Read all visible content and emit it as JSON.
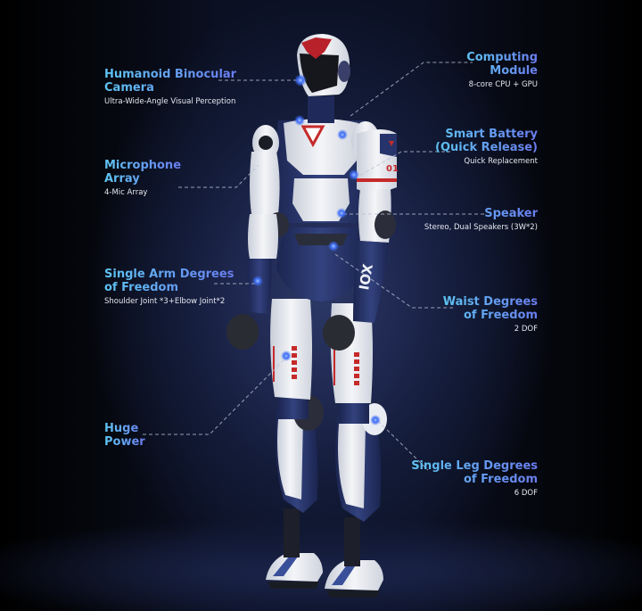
{
  "colors": {
    "accent_start": "#5ec4f2",
    "accent_end": "#6a7df0",
    "robot_white": "#e9ecf2",
    "robot_navy": "#27346b",
    "robot_red": "#c62a2a",
    "indicator": "#4d80ff"
  },
  "labels": [
    {
      "id": "camera",
      "title": "Humanoid Binocular Camera",
      "title_lines": [
        "Humanoid Binocular",
        "Camera"
      ],
      "subtitle": "Ultra-Wide-Angle Visual Perception",
      "side": "left"
    },
    {
      "id": "computing",
      "title": "Computing Module",
      "title_lines": [
        "Computing",
        "Module"
      ],
      "subtitle": "8-core CPU + GPU",
      "side": "right"
    },
    {
      "id": "battery",
      "title": "Smart Battery (Quick Release)",
      "title_lines": [
        "Smart Battery",
        "(Quick Release)"
      ],
      "subtitle": "Quick Replacement",
      "side": "right"
    },
    {
      "id": "microphone",
      "title": "Microphone Array",
      "title_lines": [
        "Microphone",
        "Array"
      ],
      "subtitle": "4-Mic Array",
      "side": "left"
    },
    {
      "id": "speaker",
      "title": "Speaker",
      "title_lines": [
        "Speaker"
      ],
      "subtitle": "Stereo, Dual Speakers (3W*2)",
      "side": "right"
    },
    {
      "id": "arm",
      "title": "Single Arm Degrees of Freedom",
      "title_lines": [
        "Single Arm Degrees",
        "of Freedom"
      ],
      "subtitle": "Shoulder Joint *3+Elbow Joint*2",
      "side": "left"
    },
    {
      "id": "waist",
      "title": "Waist Degrees of Freedom",
      "title_lines": [
        "Waist Degrees",
        "of Freedom"
      ],
      "subtitle": "2 DOF",
      "side": "right"
    },
    {
      "id": "power",
      "title": "Huge Power",
      "title_lines": [
        "Huge",
        "Power"
      ],
      "subtitle": "",
      "side": "left"
    },
    {
      "id": "leg",
      "title": "Single Leg Degrees of Freedom",
      "title_lines": [
        "Single Leg Degrees",
        "of Freedom"
      ],
      "subtitle": "6 DOF",
      "side": "right"
    }
  ],
  "robot": {
    "arm_marking": "IOX",
    "shoulder_marking": "01"
  }
}
